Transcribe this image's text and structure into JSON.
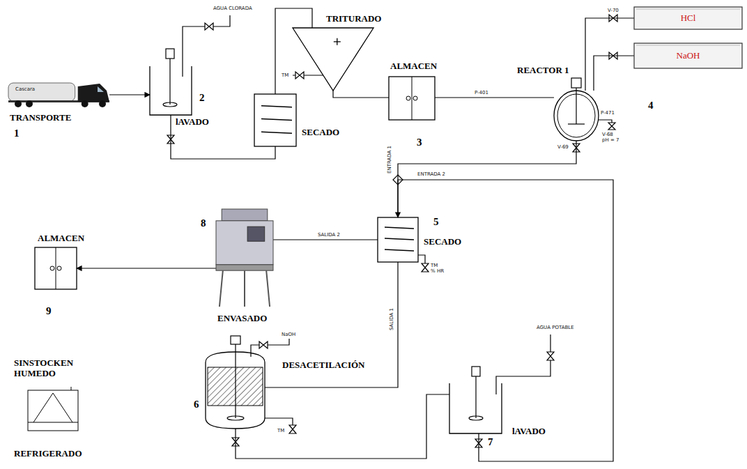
{
  "diagram": {
    "nodes": [
      {
        "text": [
          "Cascara",
          "TRANSPORTE"
        ]
      },
      {
        "text": [
          "lAVADO"
        ]
      },
      {
        "text": [
          "SECADO"
        ]
      },
      {
        "text": [
          "TRITURADO"
        ]
      },
      {
        "text": [
          "ALMACEN"
        ]
      },
      {
        "text": [
          "REACTOR 1"
        ]
      },
      {
        "text": [
          "HCl"
        ]
      },
      {
        "text": [
          "NaOH"
        ]
      },
      {
        "text": [
          "SECADO"
        ]
      },
      {
        "text": [
          "ENVASADO"
        ]
      },
      {
        "text": [
          "ALMACEN"
        ]
      },
      {
        "text": [
          "DESACETILACIÓN"
        ]
      },
      {
        "text": [
          "lAVADO"
        ]
      },
      {
        "text": [
          "SINSTOCKEN HUMEDO",
          "REFRIGERADO"
        ]
      }
    ],
    "edges": [
      {
        "from": 0,
        "to": 1,
        "arrow": "to"
      },
      {
        "from": 1,
        "to": 2,
        "arrow": "none"
      },
      {
        "from": 2,
        "to": 3,
        "arrow": "none"
      },
      {
        "from": 3,
        "to": 4,
        "arrow": "none"
      },
      {
        "from": 4,
        "to": 5,
        "label": "P-401",
        "arrow": "none"
      },
      {
        "from": 6,
        "to": 5,
        "arrow": "none"
      },
      {
        "from": 7,
        "to": 5,
        "arrow": "none"
      },
      {
        "from": 5,
        "to": 8,
        "label": "ENTRADA 1",
        "arrow": "none"
      },
      {
        "from": 12,
        "to": 8,
        "label": "ENTRADA 2",
        "arrow": "to"
      },
      {
        "from": 8,
        "to": 11,
        "label": "SALIDA 1",
        "arrow": "none"
      },
      {
        "from": 8,
        "to": 9,
        "label": "SALIDA 2",
        "arrow": "none"
      },
      {
        "from": 9,
        "to": 10,
        "arrow": "to"
      },
      {
        "from": 11,
        "to": 12,
        "arrow": "none"
      }
    ],
    "labels": [
      "AGUA CLORADA",
      "2",
      "TM",
      "3",
      "V-70",
      "P-471",
      "V-68",
      "pH = 7",
      "V-69",
      "4",
      "1",
      "5",
      "TM",
      "% HR",
      "8",
      "9",
      "NaOH",
      "6",
      "TM",
      "AGUA POTABLE",
      "7"
    ]
  }
}
